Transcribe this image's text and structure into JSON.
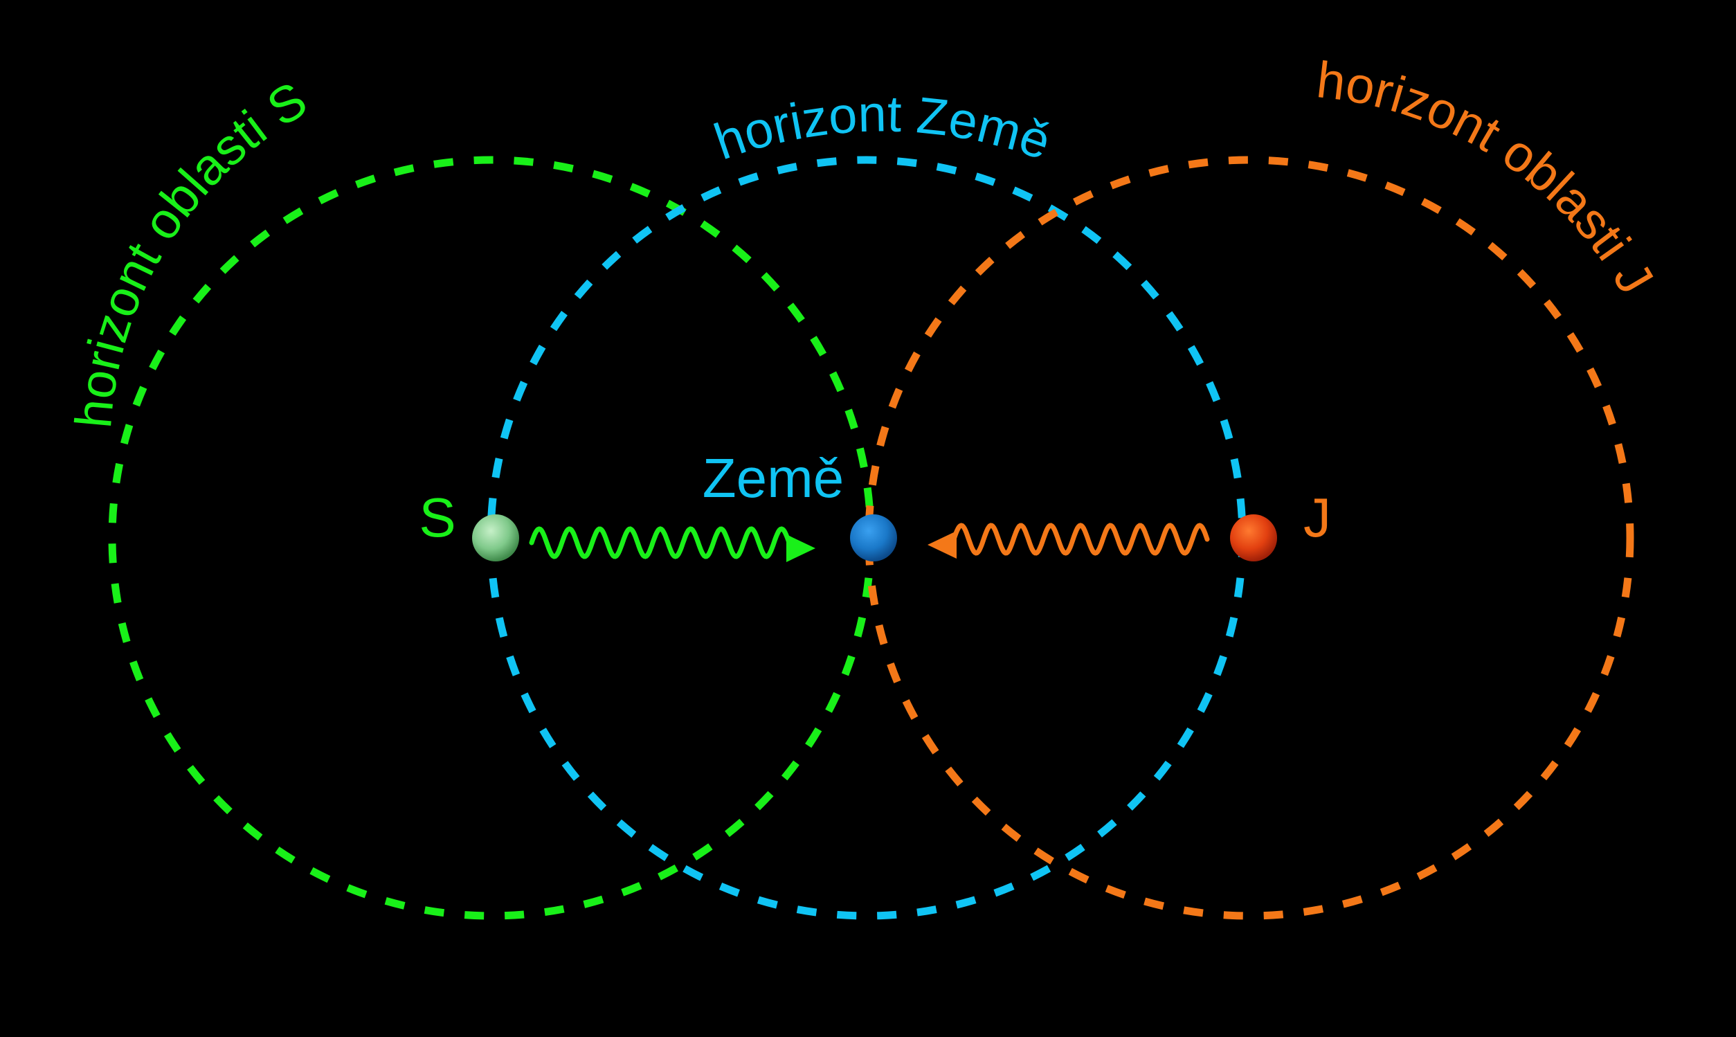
{
  "labels": {
    "horizon_s": "horizont oblasti S",
    "horizon_earth": "horizont Země",
    "horizon_j": "horizont oblasti J",
    "earth": "Země",
    "s": "S",
    "j": "J"
  },
  "colors": {
    "background": "#000000",
    "green": "#19f019",
    "cyan": "#10c4f4",
    "orange": "#f47818",
    "earth_body": "#1a78c8",
    "s_body": "#8fd29a",
    "j_body": "#e24010"
  }
}
